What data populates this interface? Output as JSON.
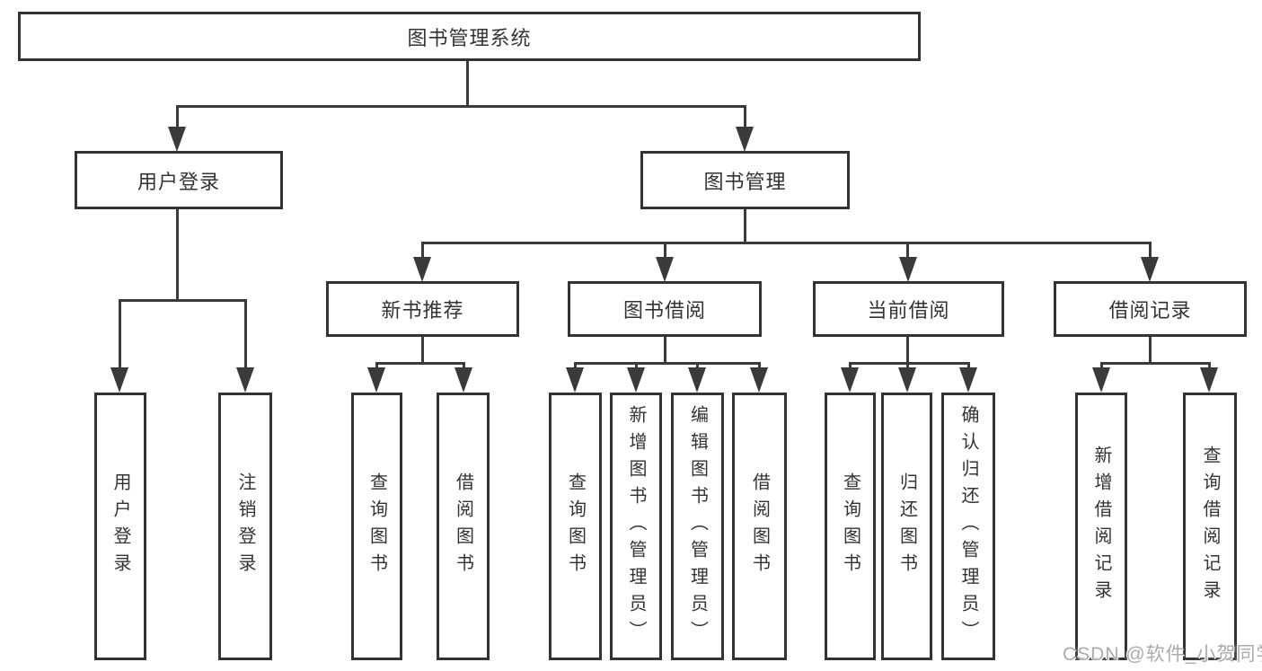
{
  "diagram": {
    "title": "图书管理系统",
    "nodes": {
      "root": "图书管理系统",
      "user_login": "用户登录",
      "book_mgmt": "图书管理",
      "new_books": "新书推荐",
      "book_borrow": "图书借阅",
      "current_borrow": "当前借阅",
      "borrow_records": "借阅记录",
      "leaf_user_login": "用户登录",
      "leaf_logout": "注销登录",
      "leaf_nb_query": "查询图书",
      "leaf_nb_borrow": "借阅图书",
      "leaf_bw_query": "查询图书",
      "leaf_bw_add": "新增图书（管理员）",
      "leaf_bw_edit": "编辑图书（管理员）",
      "leaf_bw_borrow": "借阅图书",
      "leaf_cur_query": "查询图书",
      "leaf_cur_return": "归还图书",
      "leaf_cur_confirm": "确认归还（管理员）",
      "leaf_rec_add": "新增借阅记录",
      "leaf_rec_query": "查询借阅记录"
    },
    "colors": {
      "line": "#3a3a3a",
      "border": "#333333",
      "text": "#333333",
      "background": "#ffffff"
    }
  },
  "watermark": {
    "text": "CSDN @软件_小贺同学",
    "color": "#ababab"
  }
}
